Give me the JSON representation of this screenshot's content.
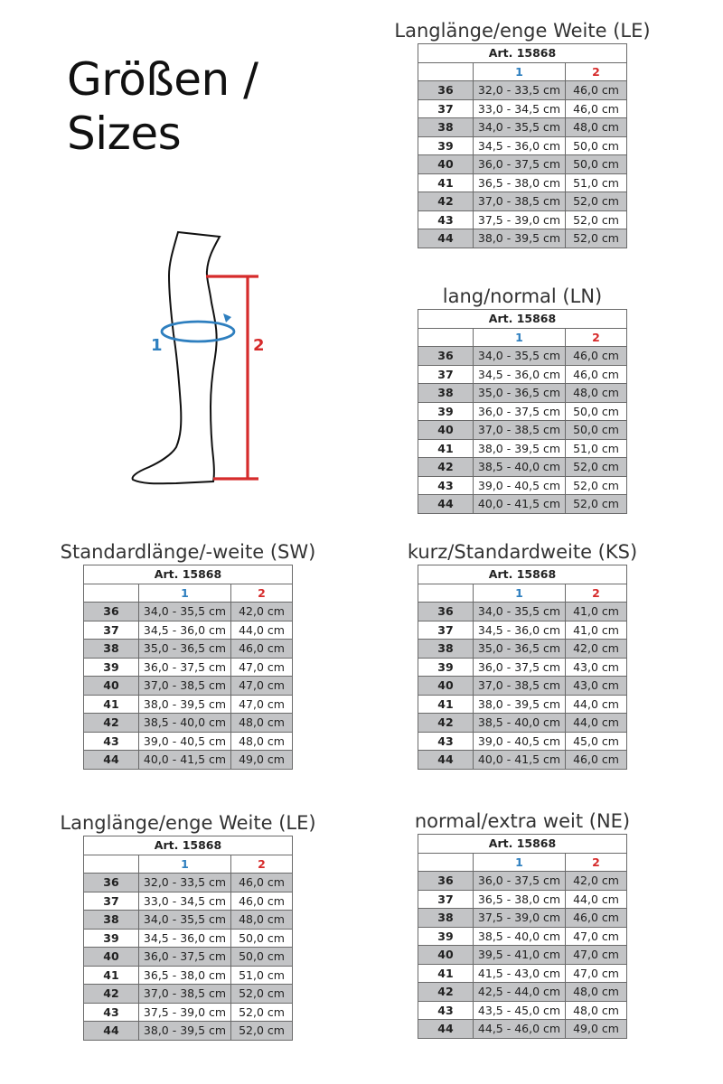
{
  "title": {
    "line1": "Größen /",
    "line2": "Sizes"
  },
  "diagram": {
    "label_1": "1",
    "label_2": "2",
    "color_1": "#2e7fbf",
    "color_2": "#d62b2b"
  },
  "columns": {
    "header_1": "1",
    "header_2": "2"
  },
  "tables": [
    {
      "title": "Langlänge/enge Weite (LE)",
      "article": "Art. 15868",
      "rows": [
        [
          "36",
          "32,0 - 33,5 cm",
          "46,0 cm"
        ],
        [
          "37",
          "33,0 - 34,5 cm",
          "46,0 cm"
        ],
        [
          "38",
          "34,0 - 35,5 cm",
          "48,0 cm"
        ],
        [
          "39",
          "34,5 - 36,0 cm",
          "50,0 cm"
        ],
        [
          "40",
          "36,0 - 37,5 cm",
          "50,0 cm"
        ],
        [
          "41",
          "36,5 - 38,0 cm",
          "51,0 cm"
        ],
        [
          "42",
          "37,0 - 38,5 cm",
          "52,0 cm"
        ],
        [
          "43",
          "37,5 - 39,0 cm",
          "52,0 cm"
        ],
        [
          "44",
          "38,0 - 39,5 cm",
          "52,0 cm"
        ]
      ]
    },
    {
      "title": "lang/normal (LN)",
      "article": "Art. 15868",
      "rows": [
        [
          "36",
          "34,0 - 35,5 cm",
          "46,0 cm"
        ],
        [
          "37",
          "34,5 - 36,0 cm",
          "46,0 cm"
        ],
        [
          "38",
          "35,0 - 36,5 cm",
          "48,0 cm"
        ],
        [
          "39",
          "36,0 - 37,5 cm",
          "50,0 cm"
        ],
        [
          "40",
          "37,0 - 38,5 cm",
          "50,0 cm"
        ],
        [
          "41",
          "38,0 - 39,5 cm",
          "51,0 cm"
        ],
        [
          "42",
          "38,5 - 40,0 cm",
          "52,0 cm"
        ],
        [
          "43",
          "39,0 - 40,5 cm",
          "52,0 cm"
        ],
        [
          "44",
          "40,0 - 41,5 cm",
          "52,0 cm"
        ]
      ]
    },
    {
      "title": "Standardlänge/-weite (SW)",
      "article": "Art. 15868",
      "rows": [
        [
          "36",
          "34,0 - 35,5 cm",
          "42,0 cm"
        ],
        [
          "37",
          "34,5 - 36,0 cm",
          "44,0 cm"
        ],
        [
          "38",
          "35,0 - 36,5 cm",
          "46,0 cm"
        ],
        [
          "39",
          "36,0 - 37,5 cm",
          "47,0 cm"
        ],
        [
          "40",
          "37,0 - 38,5 cm",
          "47,0 cm"
        ],
        [
          "41",
          "38,0 - 39,5 cm",
          "47,0 cm"
        ],
        [
          "42",
          "38,5 - 40,0 cm",
          "48,0 cm"
        ],
        [
          "43",
          "39,0 - 40,5 cm",
          "48,0 cm"
        ],
        [
          "44",
          "40,0 - 41,5 cm",
          "49,0 cm"
        ]
      ]
    },
    {
      "title": "kurz/Standardweite (KS)",
      "article": "Art. 15868",
      "rows": [
        [
          "36",
          "34,0 - 35,5 cm",
          "41,0 cm"
        ],
        [
          "37",
          "34,5 - 36,0 cm",
          "41,0 cm"
        ],
        [
          "38",
          "35,0 - 36,5 cm",
          "42,0 cm"
        ],
        [
          "39",
          "36,0 - 37,5 cm",
          "43,0 cm"
        ],
        [
          "40",
          "37,0 - 38,5 cm",
          "43,0 cm"
        ],
        [
          "41",
          "38,0 - 39,5 cm",
          "44,0 cm"
        ],
        [
          "42",
          "38,5 - 40,0 cm",
          "44,0 cm"
        ],
        [
          "43",
          "39,0 - 40,5 cm",
          "45,0 cm"
        ],
        [
          "44",
          "40,0 - 41,5 cm",
          "46,0 cm"
        ]
      ]
    },
    {
      "title": "Langlänge/enge Weite (LE)",
      "article": "Art. 15868",
      "rows": [
        [
          "36",
          "32,0 - 33,5 cm",
          "46,0 cm"
        ],
        [
          "37",
          "33,0 - 34,5 cm",
          "46,0 cm"
        ],
        [
          "38",
          "34,0 - 35,5 cm",
          "48,0 cm"
        ],
        [
          "39",
          "34,5 - 36,0 cm",
          "50,0 cm"
        ],
        [
          "40",
          "36,0 - 37,5 cm",
          "50,0 cm"
        ],
        [
          "41",
          "36,5 - 38,0 cm",
          "51,0 cm"
        ],
        [
          "42",
          "37,0 - 38,5 cm",
          "52,0 cm"
        ],
        [
          "43",
          "37,5 - 39,0 cm",
          "52,0 cm"
        ],
        [
          "44",
          "38,0 - 39,5 cm",
          "52,0 cm"
        ]
      ]
    },
    {
      "title": "normal/extra weit (NE)",
      "article": "Art. 15868",
      "rows": [
        [
          "36",
          "36,0 - 37,5 cm",
          "42,0 cm"
        ],
        [
          "37",
          "36,5 - 38,0 cm",
          "44,0 cm"
        ],
        [
          "38",
          "37,5 - 39,0 cm",
          "46,0 cm"
        ],
        [
          "39",
          "38,5 - 40,0 cm",
          "47,0 cm"
        ],
        [
          "40",
          "39,5 - 41,0 cm",
          "47,0 cm"
        ],
        [
          "41",
          "41,5 - 43,0 cm",
          "47,0 cm"
        ],
        [
          "42",
          "42,5 - 44,0 cm",
          "48,0 cm"
        ],
        [
          "43",
          "43,5 - 45,0 cm",
          "48,0 cm"
        ],
        [
          "44",
          "44,5 - 46,0 cm",
          "49,0 cm"
        ]
      ]
    }
  ]
}
